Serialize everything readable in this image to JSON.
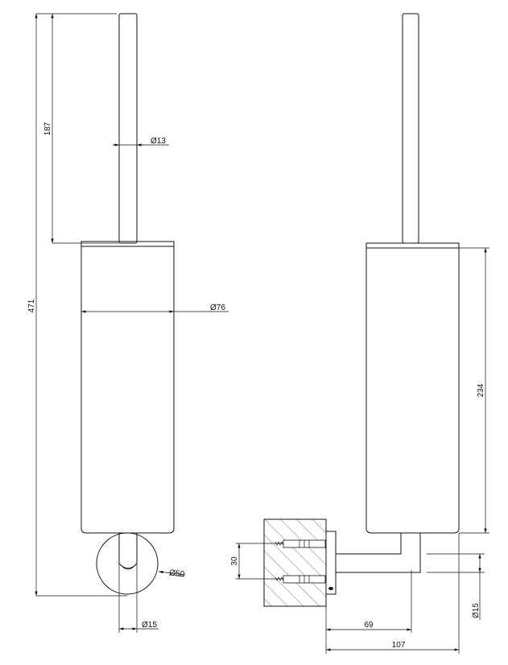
{
  "drawing": {
    "front_view": {
      "overall_height": "471",
      "handle_length": "187",
      "handle_diameter": "Ø13",
      "body_diameter": "Ø76",
      "rosette_diameter": "Ø50",
      "stem_diameter": "Ø15"
    },
    "side_view": {
      "body_height": "234",
      "screw_spacing": "30",
      "arm_diameter": "Ø15",
      "arm_offset": "69",
      "total_projection": "107"
    }
  }
}
